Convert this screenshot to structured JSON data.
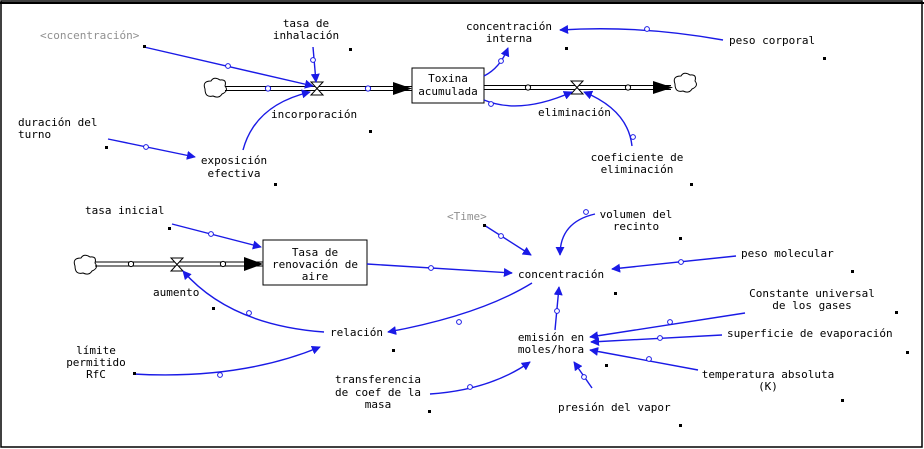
{
  "diagram": {
    "stocks": {
      "toxina": [
        "Toxina",
        "acumulada"
      ],
      "tasa_renovacion": [
        "Tasa de",
        "renovación de",
        "aire"
      ]
    },
    "flows": {
      "incorporacion": "incorporación",
      "eliminacion": "eliminación",
      "aumento": "aumento"
    },
    "variables": {
      "concentracion_ghost": "<concentración>",
      "tasa_inhalacion": [
        "tasa de",
        "inhalación"
      ],
      "concentracion_interna": [
        "concentración",
        "interna"
      ],
      "peso_corporal": "peso corporal",
      "duracion_turno": [
        "duración del",
        "turno"
      ],
      "exposicion_efectiva": [
        "exposición",
        "efectiva"
      ],
      "coeficiente_eliminacion": [
        "coeficiente de",
        "eliminación"
      ],
      "tasa_inicial": "tasa inicial",
      "time_ghost": "<Time>",
      "volumen_recinto": [
        "volumen del",
        "recinto"
      ],
      "concentracion": "concentración",
      "peso_molecular": "peso molecular",
      "constante_gases": [
        "Constante universal",
        "de los gases"
      ],
      "superficie_evaporacion": "superficie de evaporación",
      "relacion": "relación",
      "emision": [
        "emisión en",
        "moles/hora"
      ],
      "temperatura_absoluta": [
        "temperatura absoluta",
        "(K)"
      ],
      "limite_rfc": [
        "límite",
        "permitido",
        "RfC"
      ],
      "transferencia_coef": [
        "transferencia",
        "de coef de la",
        "masa"
      ],
      "presion_vapor": "presión del vapor"
    }
  },
  "colors": {
    "link": "#1a1ae6",
    "ghost_text": "#909090",
    "frame": "#000000"
  }
}
